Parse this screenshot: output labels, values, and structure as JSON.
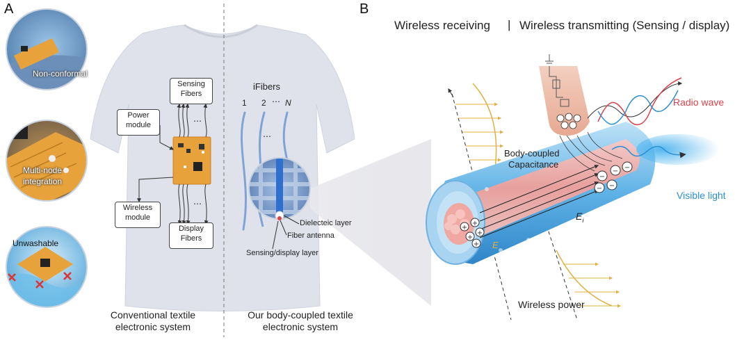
{
  "panels": {
    "a": "A",
    "b": "B"
  },
  "left_insets": {
    "inset1": "Non-conformal",
    "inset2_line1": "Multi-node",
    "inset2_line2": "integration",
    "inset3": "Unwashable"
  },
  "conventional": {
    "sensing_line1": "Sensing",
    "sensing_line2": "Fibers",
    "power_line1": "Power",
    "power_line2": "module",
    "wireless_line1": "Wireless",
    "wireless_line2": "module",
    "display_line1": "Display",
    "display_line2": "Fibers",
    "dots": "⋯",
    "caption_line1": "Conventional textile",
    "caption_line2": "electronic system"
  },
  "ours": {
    "ifibers": "iFibers",
    "n1": "1",
    "n2": "2",
    "ndots": "⋯",
    "nN": "N",
    "mid_dots": "⋯",
    "dielectric": "Dielecteic layer",
    "antenna": "Fiber antenna",
    "sensing_display": "Sensing/display layer",
    "caption_line1": "Our body-coupled textile",
    "caption_line2": "electronic system"
  },
  "panel_b": {
    "header_left": "Wireless receiving",
    "header_sep": "|",
    "header_right": "Wireless transmitting (Sensing / display)",
    "body_coupled_line1": "Body-coupled",
    "body_coupled_line2": "Capacitance",
    "radio_wave": "Radio wave",
    "visible_light": "Visible light",
    "wireless_power": "Wireless power",
    "e_inner": "E",
    "e_outer": "E",
    "e_outer_sub": "i"
  },
  "colors": {
    "board": "#e8a23c",
    "shirt": "#dfe2ea",
    "fiber": "#7fa3d6",
    "radio": "#d9434b",
    "light": "#2b8fd3",
    "wave": "#e0b040"
  }
}
